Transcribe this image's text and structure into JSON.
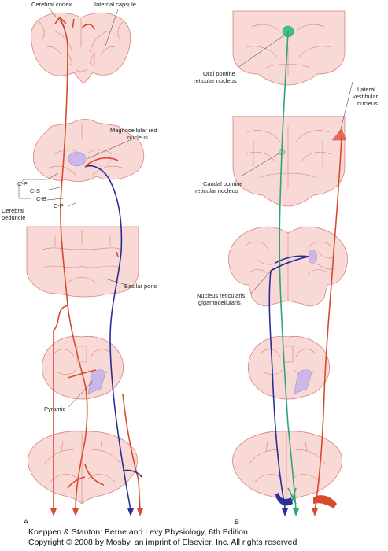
{
  "labels": {
    "cerebral_cortex": "Cerebral cortex",
    "internal_capsule": "Internal capsule",
    "magnocellular_red_1": "Magnocellular red",
    "magnocellular_red_2": "nucleus",
    "cp_top": "C-P",
    "cs": "C-S",
    "cb": "C-B",
    "cp_bottom": "C-P",
    "cerebral_peduncle_1": "Cerebral",
    "cerebral_peduncle_2": "peduncle",
    "basilar_pons": "Basilar pons",
    "pyramid": "Pyramid",
    "oral_pontine_1": "Oral pontine",
    "oral_pontine_2": "reticular nucleus",
    "lateral_vestibular_1": "Lateral",
    "lateral_vestibular_2": "vestibular",
    "lateral_vestibular_3": "nucleus",
    "caudal_pontine_1": "Caudal pontine",
    "caudal_pontine_2": "reticular nucleus",
    "nucleus_reticularis_1": "Nucleus reticularis",
    "nucleus_reticularis_2": "gigantocellularis",
    "panel_a": "A",
    "panel_b": "B"
  },
  "caption": {
    "line1": "Koeppen & Stanton: Berne and Levy Physiology, 6th Edition.",
    "line2": "Copyright © 2008 by Mosby, an imprint of Elsevier, Inc. All rights reserved"
  },
  "colors": {
    "tissue_fill": "#f9d9d6",
    "tissue_outline": "#d9827c",
    "red_pathway": "#d84a2e",
    "blue_pathway": "#2b2f95",
    "green_pathway": "#2fa56f",
    "nucleus_purple": "#cbb8e8"
  }
}
